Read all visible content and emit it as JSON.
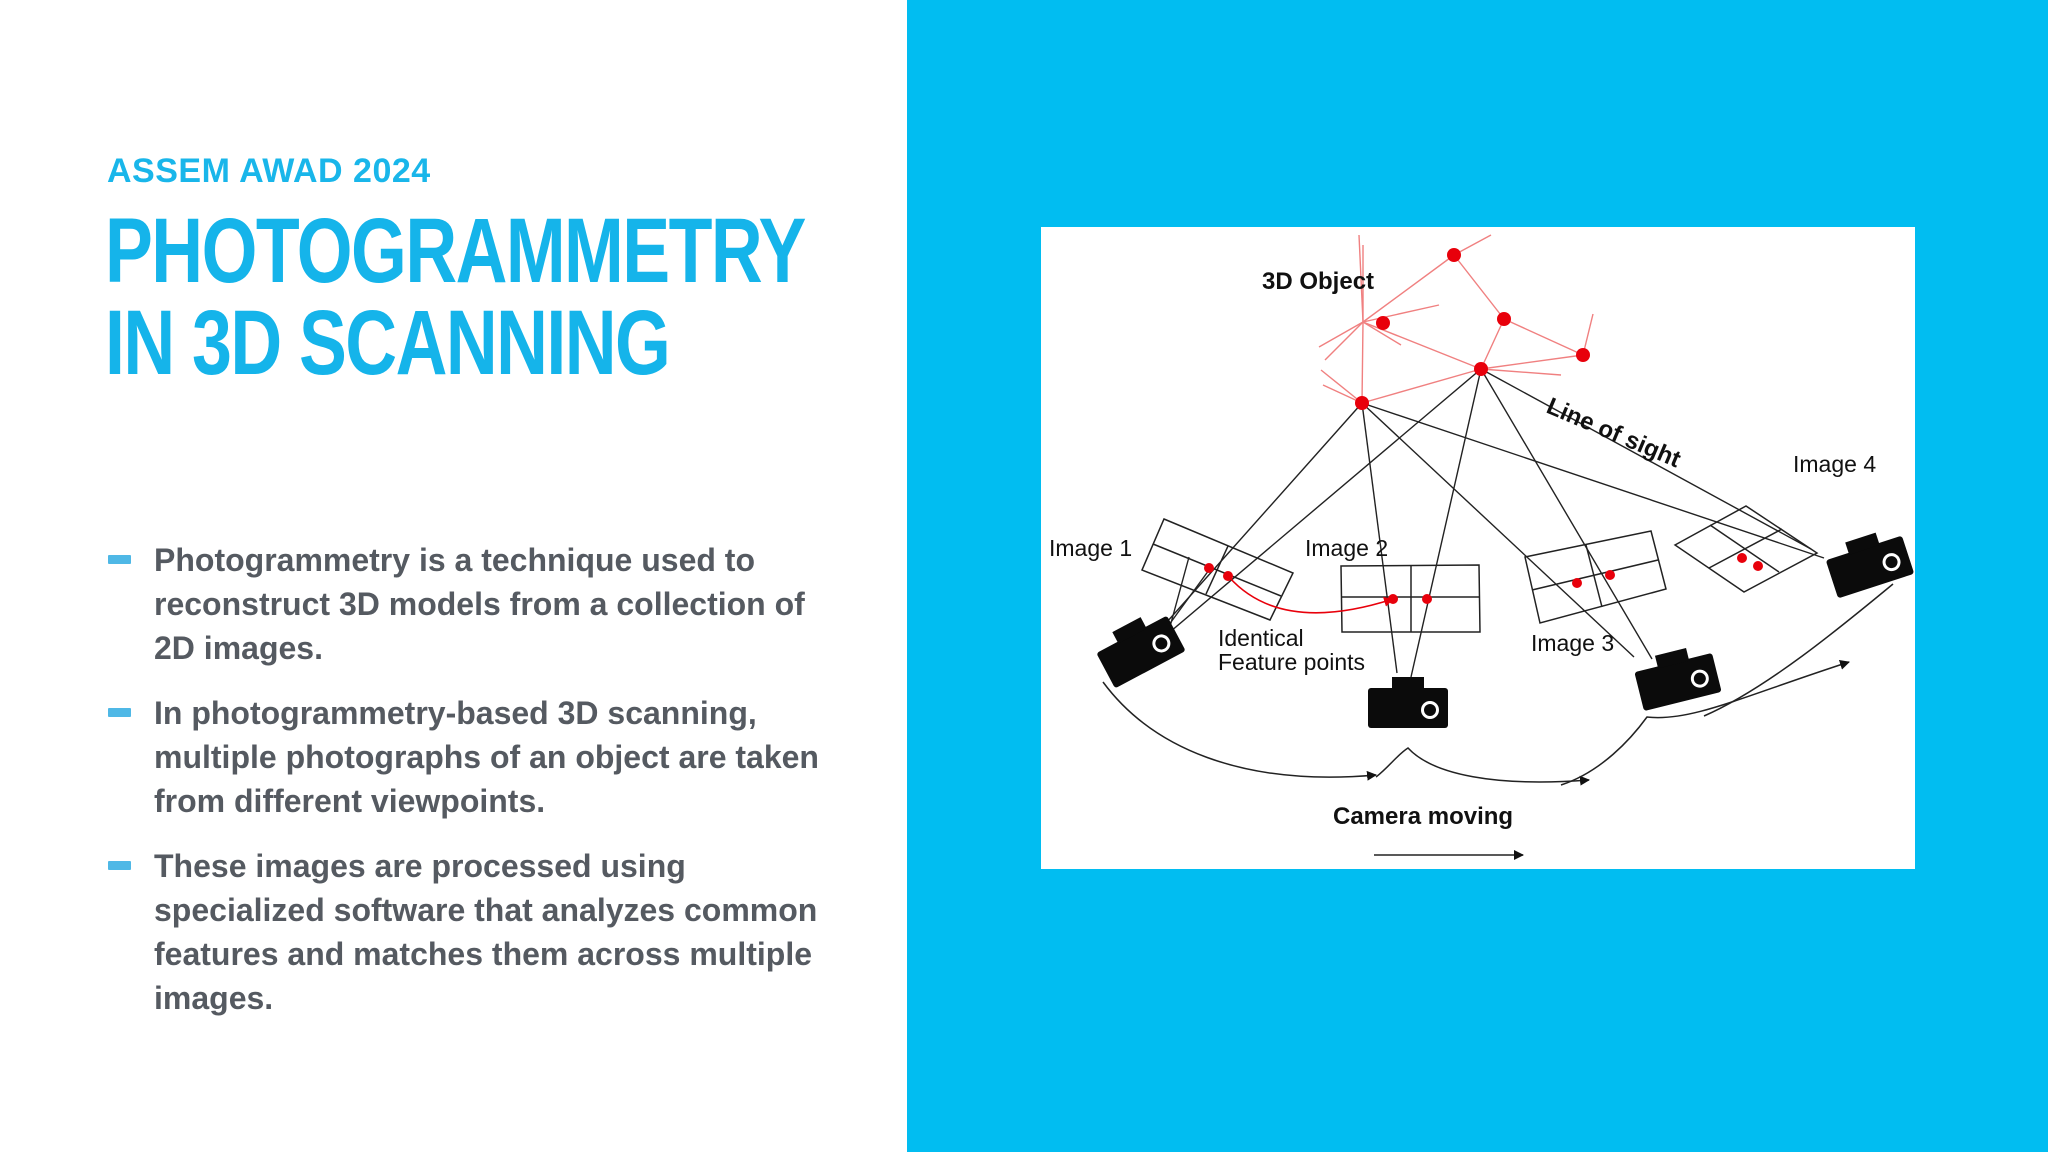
{
  "slide": {
    "eyebrow": "ASSEM AWAD 2024",
    "title": "PHOTOGRAMMETRY IN 3D SCANNING",
    "bullets": [
      "Photogrammetry is a technique used to reconstruct 3D models from a collection of 2D images.",
      "In photogrammetry-based 3D scanning, multiple photographs of an object are taken from different viewpoints.",
      "These images are processed using specialized software that analyzes common features and matches them across multiple images."
    ]
  },
  "diagram": {
    "object_label": "3D Object",
    "line_of_sight": "Line of sight",
    "image_labels": [
      "Image 1",
      "Image 2",
      "Image 3",
      "Image 4"
    ],
    "feature_label_line1": "Identical",
    "feature_label_line2": "Feature points",
    "camera_moving": "Camera moving"
  },
  "colors": {
    "accent": "#15b4ea",
    "panel": "#01bdf1",
    "text": "#555a61",
    "point": "#e8000b"
  }
}
